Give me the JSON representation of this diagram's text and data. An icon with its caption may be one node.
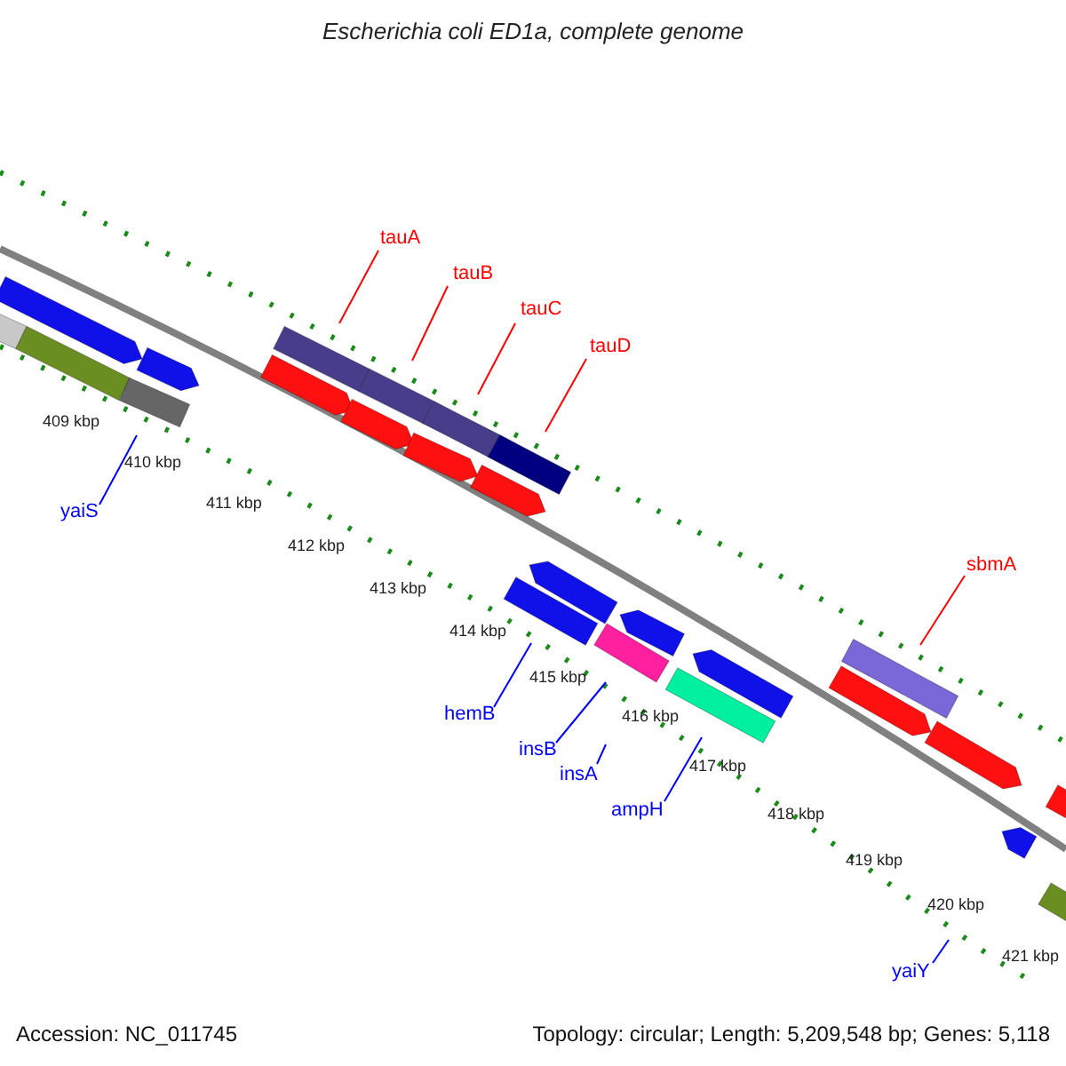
{
  "diagram": {
    "title": "Escherichia coli ED1a, complete genome",
    "nodes": [
      {
        "text": [
          "tauA"
        ]
      },
      {
        "text": [
          "tauB"
        ]
      },
      {
        "text": [
          "tauC"
        ]
      },
      {
        "text": [
          "tauD"
        ]
      },
      {
        "text": [
          "sbmA"
        ]
      },
      {
        "text": [
          "yaiS"
        ]
      },
      {
        "text": [
          "hemB"
        ]
      },
      {
        "text": [
          "insB"
        ]
      },
      {
        "text": [
          "insA"
        ]
      },
      {
        "text": [
          "ampH"
        ]
      },
      {
        "text": [
          "yaiY"
        ]
      }
    ],
    "edges": [
      {
        "from": 0,
        "to": null,
        "arrow": "none",
        "color": "#ff0000"
      },
      {
        "from": 1,
        "to": null,
        "arrow": "none",
        "color": "#ff0000"
      },
      {
        "from": 2,
        "to": null,
        "arrow": "none",
        "color": "#ff0000"
      },
      {
        "from": 3,
        "to": null,
        "arrow": "none",
        "color": "#ff0000"
      },
      {
        "from": 4,
        "to": null,
        "arrow": "none",
        "color": "#ff0000"
      },
      {
        "from": 5,
        "to": null,
        "arrow": "none"
      },
      {
        "from": 6,
        "to": null,
        "arrow": "none"
      },
      {
        "from": 7,
        "to": null,
        "arrow": "none"
      },
      {
        "from": 8,
        "to": null,
        "arrow": "none"
      },
      {
        "from": 9,
        "to": null,
        "arrow": "none"
      },
      {
        "from": 10,
        "to": null,
        "arrow": "none"
      }
    ],
    "labels": [
      "409 kbp",
      "410 kbp",
      "411 kbp",
      "412 kbp",
      "413 kbp",
      "414 kbp",
      "415 kbp",
      "416 kbp",
      "417 kbp",
      "418 kbp",
      "419 kbp",
      "420 kbp",
      "421 kbp",
      "Accession: NC_011745",
      "Topology: circular; Length: 5,209,548 bp; Genes: 5,118"
    ]
  }
}
